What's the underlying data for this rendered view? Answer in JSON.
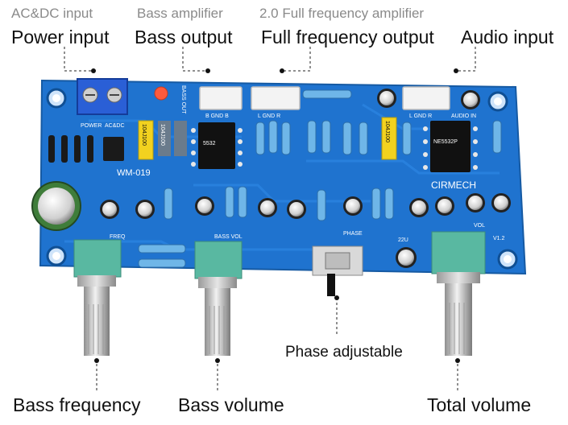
{
  "top_labels": [
    {
      "sub": "AC&DC input",
      "main": "Power input"
    },
    {
      "sub": "Bass amplifier",
      "main": "Bass output"
    },
    {
      "sub": "2.0 Full frequency amplifier",
      "main": "Full frequency output"
    },
    {
      "sub": "",
      "main": "Audio input"
    }
  ],
  "bottom_labels": {
    "bass_frequency": "Bass frequency",
    "bass_volume": "Bass volume",
    "total_volume": "Total volume",
    "phase_adjustable": "Phase adjustable"
  },
  "board": {
    "model": "WM-019",
    "brand": "CIRMECH",
    "silkscreen": {
      "bass_out": "BASS OUT",
      "power": "POWER",
      "acdc": "AC&DC",
      "bgb": "B GND B",
      "lgr1": "L GND R",
      "lgr2": "L GND R",
      "audio_in": "AUDIO IN",
      "freq": "FREQ",
      "bass_vol": "BASS VOL",
      "phase": "PHASE",
      "vol": "VOL",
      "v12": "V1.2",
      "cap22u": "22U"
    },
    "chips": [
      "5532",
      "NE5532P"
    ],
    "caps": [
      "104J100",
      "104J100",
      "104J100"
    ]
  }
}
